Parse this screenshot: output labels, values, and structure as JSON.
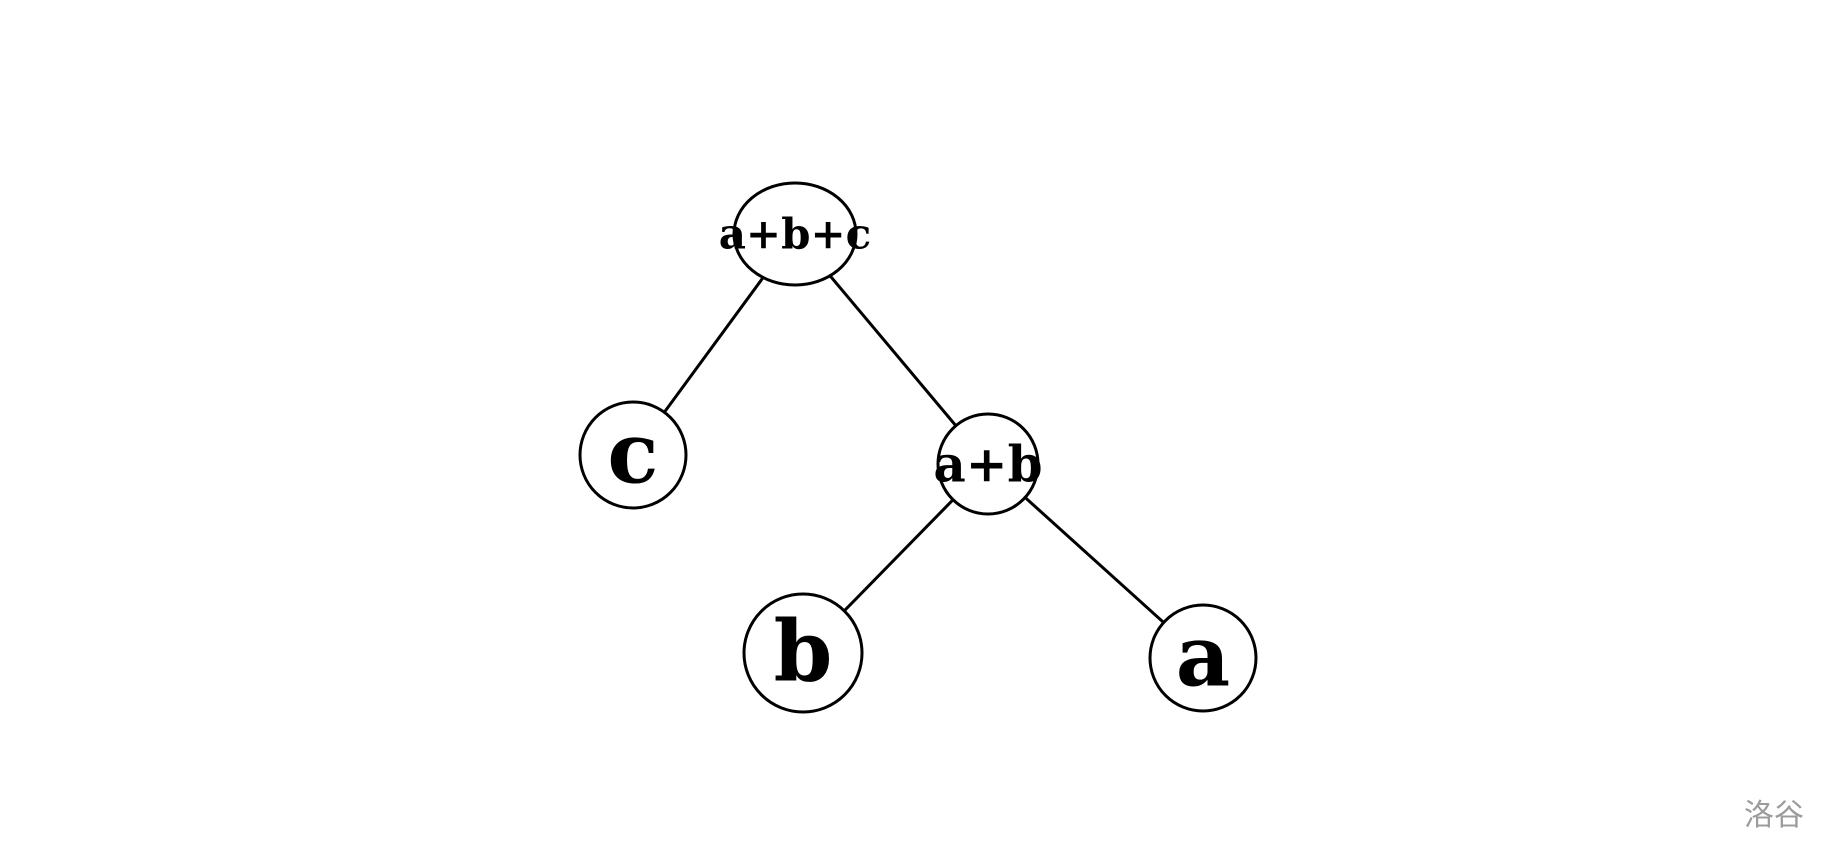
{
  "diagram": {
    "type": "binary-expression-tree",
    "description": "Expression tree for a+b+c with internal nodes a+b+c and a+b, leaves c, b, a",
    "nodes": [
      {
        "id": "root",
        "label": "a+b+c",
        "kind": "internal"
      },
      {
        "id": "c",
        "label": "c",
        "kind": "leaf"
      },
      {
        "id": "plus",
        "label": "a+b",
        "kind": "internal"
      },
      {
        "id": "b",
        "label": "b",
        "kind": "leaf"
      },
      {
        "id": "a",
        "label": "a",
        "kind": "leaf"
      }
    ],
    "edges": [
      {
        "from": "a+b+c",
        "to": "c"
      },
      {
        "from": "a+b+c",
        "to": "a+b"
      },
      {
        "from": "a+b",
        "to": "b"
      },
      {
        "from": "a+b",
        "to": "a"
      }
    ],
    "colors": {
      "node_fill": "#ffffff",
      "node_stroke": "#000000",
      "edge_stroke": "#000000",
      "text": "#000000"
    }
  },
  "watermark": {
    "label": "洛谷",
    "color": "#9c9c9c"
  }
}
